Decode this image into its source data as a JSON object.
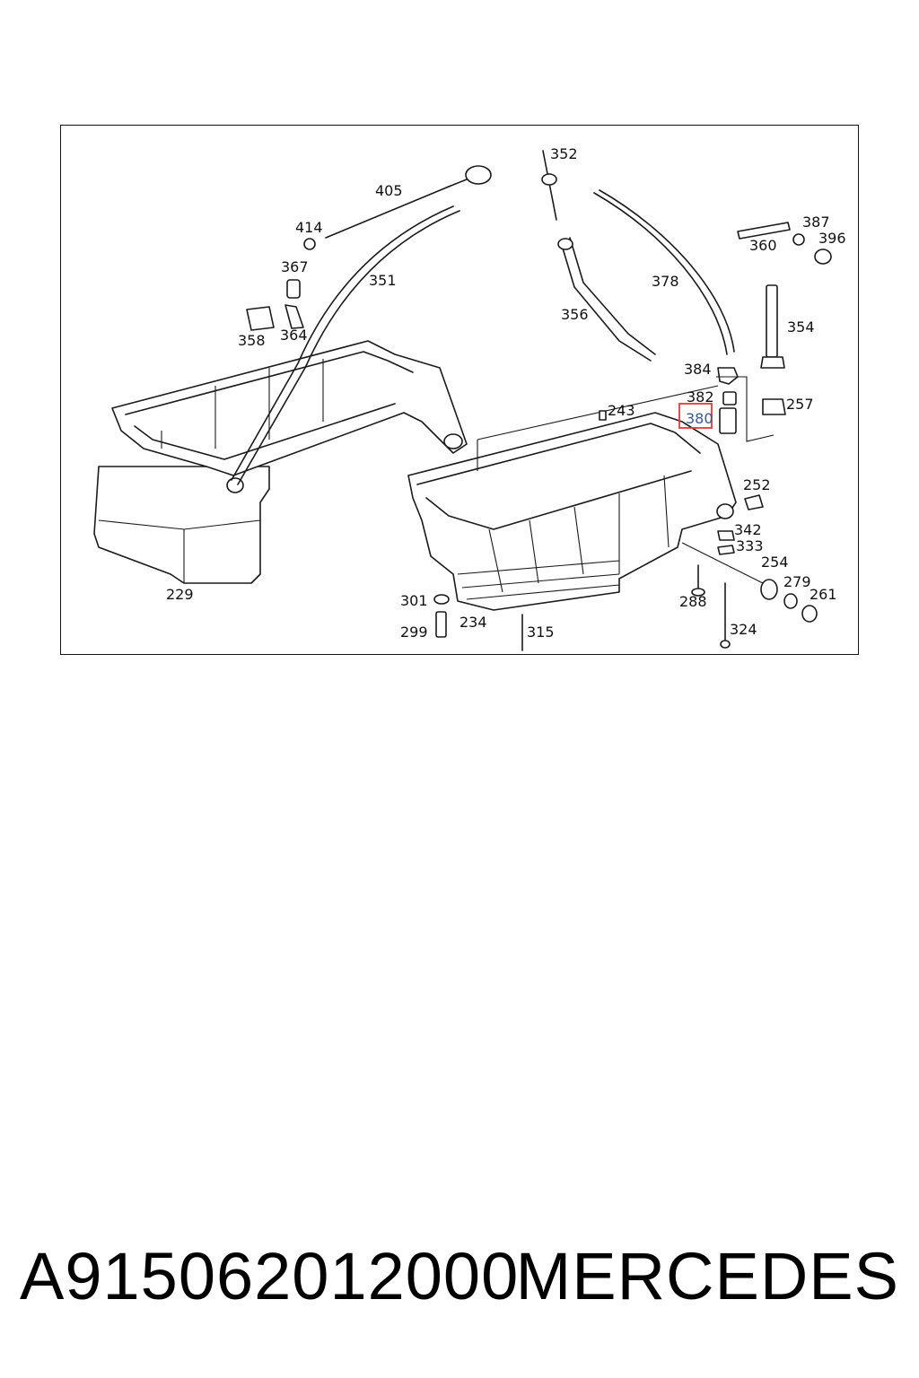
{
  "diagram": {
    "highlight_color": "#e23b3b",
    "labels": {
      "l352": "352",
      "l405": "405",
      "l414": "414",
      "l367": "367",
      "l351": "351",
      "l358": "358",
      "l364": "364",
      "l356": "356",
      "l378": "378",
      "l387": "387",
      "l360": "360",
      "l396": "396",
      "l354": "354",
      "l384": "384",
      "l382": "382",
      "l380": "380",
      "l257": "257",
      "l243": "243",
      "l252": "252",
      "l342": "342",
      "l333": "333",
      "l254": "254",
      "l279": "279",
      "l261": "261",
      "l288": "288",
      "l324": "324",
      "l301": "301",
      "l234": "234",
      "l299": "299",
      "l315": "315",
      "l229": "229"
    },
    "highlighted_label": "380"
  },
  "footer": {
    "part_number": "A915062012000",
    "brand": "MERCEDES"
  }
}
